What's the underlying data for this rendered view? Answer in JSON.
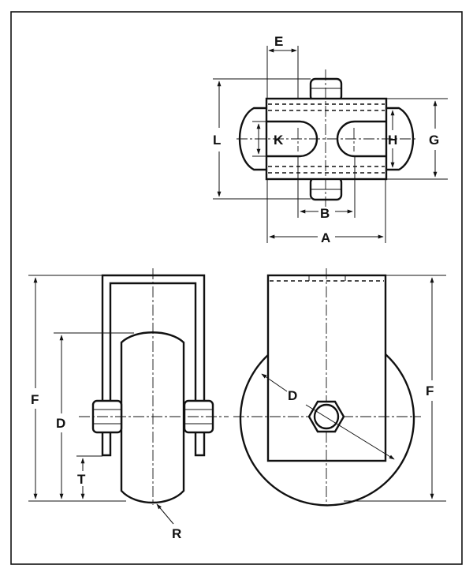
{
  "diagram": {
    "labels": {
      "E": "E",
      "L": "L",
      "K": "K",
      "H": "H",
      "G": "G",
      "B": "B",
      "A": "A",
      "F_left": "F",
      "D_left": "D",
      "T": "T",
      "R": "R",
      "D_right": "D",
      "F_right": "F"
    }
  }
}
